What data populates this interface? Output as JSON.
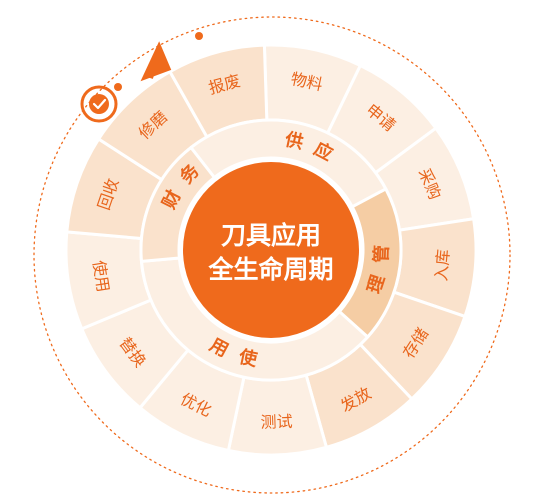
{
  "center": {
    "line1": "刀具应用",
    "line2": "全生命周期"
  },
  "phases": [
    {
      "label": "供应",
      "chars": [
        "供",
        "应"
      ]
    },
    {
      "label": "管理",
      "chars": [
        "管",
        "理"
      ]
    },
    {
      "label": "使用",
      "chars": [
        "使",
        "用"
      ]
    },
    {
      "label": "财务",
      "chars": [
        "财",
        "务"
      ]
    }
  ],
  "steps": [
    "物料",
    "申请",
    "采购",
    "入库",
    "存储",
    "发放",
    "测试",
    "优化",
    "替换",
    "使用",
    "回收",
    "修磨",
    "报废"
  ],
  "colors": {
    "accent": "#ef6a1c",
    "accent_dark": "#e05a0e",
    "ring_light": "#fcefe3",
    "ring_mid": "#fae2cc",
    "ring_active": "#f5cda4",
    "text_accent": "#e8651c",
    "divider": "#ffffff",
    "dotted": "#ef6a1c"
  },
  "icons": [
    "check-icon",
    "arrow-up-icon"
  ]
}
